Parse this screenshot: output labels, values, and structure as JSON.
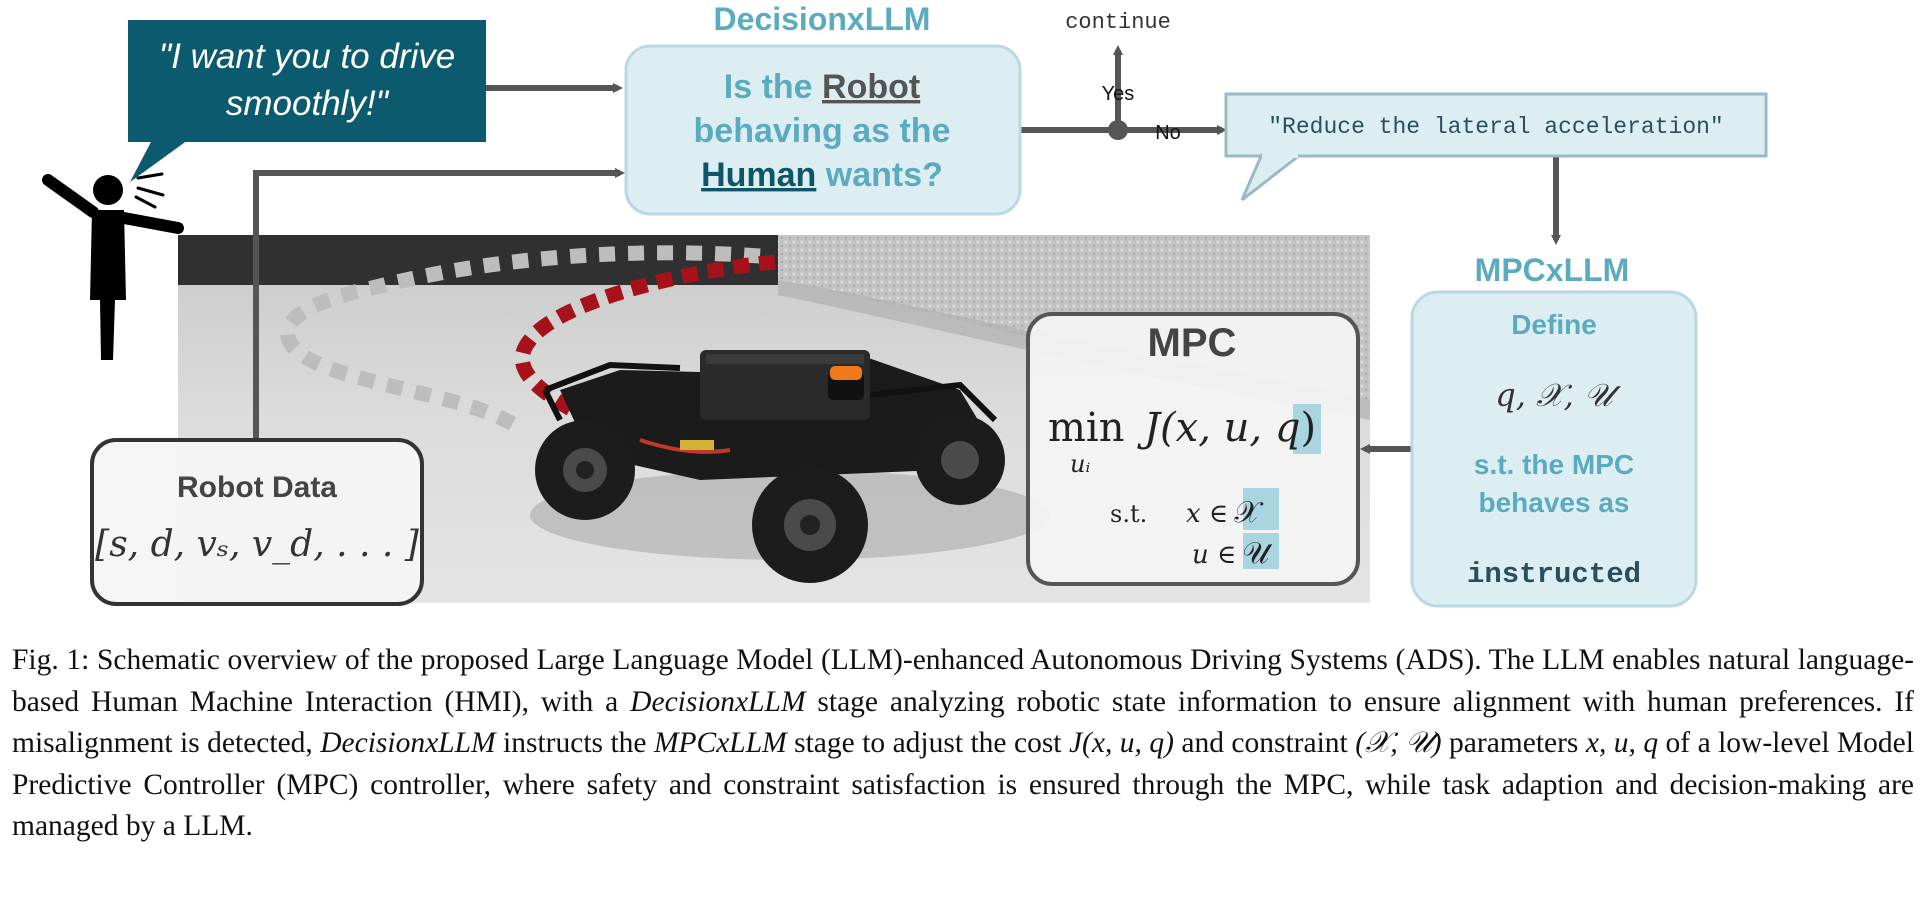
{
  "colors": {
    "speech_bubble": "#0b5a6e",
    "light_box_fill": "#ddeef3",
    "light_box_stroke": "#b8d9e3",
    "accent_text": "#5aabc0",
    "dark_teal_text": "#0e5567",
    "arrow_gray": "#555555",
    "floor": "#d7d7d7",
    "red_path": "#a5121a",
    "gray_path": "#bdbdbd"
  },
  "human": {
    "speech": [
      "\"I want you to drive",
      "smoothly!\""
    ]
  },
  "decision": {
    "title": "DecisionxLLM",
    "q_part1": "Is the ",
    "q_robot": "Robot",
    "q_line2": "behaving as the",
    "q_human": "Human",
    "q_part3": " wants?",
    "yes_label": "Yes",
    "no_label": "No",
    "continue_label": "continue"
  },
  "instruction": {
    "text": "\"Reduce the lateral acceleration\""
  },
  "mpcxllm": {
    "title": "MPCxLLM",
    "define": "Define",
    "params": "q, 𝒳, 𝒰",
    "st_line1": "s.t. the MPC",
    "st_line2": "behaves as",
    "instructed": "instructed"
  },
  "mpc": {
    "title": "MPC",
    "min": "min",
    "sub": "uᵢ",
    "cost_pre": "J(x, u, ",
    "cost_q": "q",
    "cost_post": ")",
    "st": "s.t.",
    "c1_pre": "x ∈",
    "c1_set": "𝒳",
    "c2_pre": "u ∈",
    "c2_set": "𝒰"
  },
  "robot_data": {
    "title": "Robot Data",
    "vector": "[s, d, vₛ, v_d, . . . ]"
  },
  "caption": {
    "p1": "Fig. 1: Schematic overview of the proposed Large Language Model (LLM)-enhanced Autonomous Driving Systems (ADS). The LLM enables natural language-based Human Machine Interaction (HMI), with a ",
    "i1": "DecisionxLLM",
    "p2": " stage analyzing robotic state information to ensure alignment with human preferences. If misalignment is detected, ",
    "i2": "DecisionxLLM",
    "p3": " instructs the ",
    "i3": "MPCxLLM",
    "p4": " stage to adjust the cost ",
    "m1": "J(x, u, q)",
    "p5": " and constraint ",
    "m2": "(𝒳, 𝒰)",
    "p6": " parameters ",
    "m3": "x, u, q",
    "p7": " of a low-level Model Predictive Controller (MPC) controller, where safety and constraint satisfaction is ensured through the MPC, while task adaption and decision-making are managed by a LLM."
  }
}
